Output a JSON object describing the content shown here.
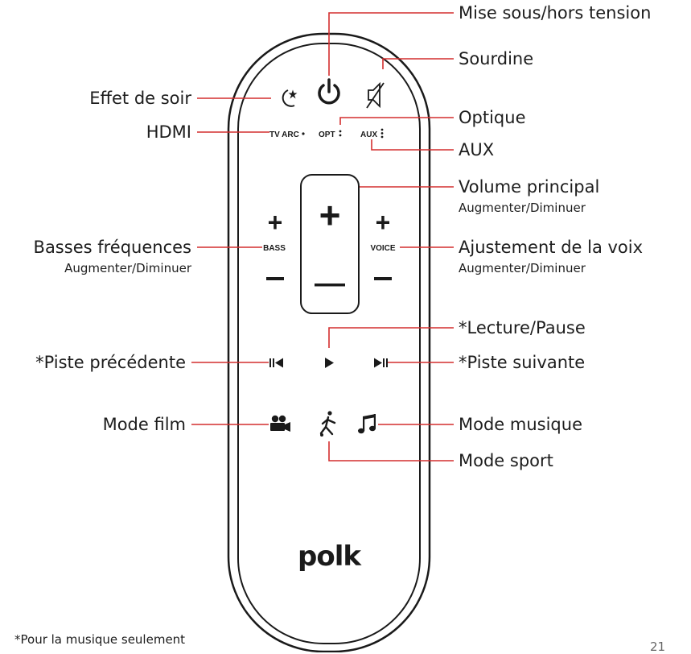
{
  "remote": {
    "tv_arc": "TV ARC",
    "opt": "OPT",
    "aux": "AUX",
    "bass": "BASS",
    "voice": "VOICE",
    "plus": "+",
    "minus": "–",
    "logo": "polk",
    "icons": [
      "night-moon-icon",
      "power-icon",
      "mute-icon",
      "prev-track-icon",
      "play-icon",
      "next-track-icon",
      "movie-camera-icon",
      "sport-runner-icon",
      "music-note-icon"
    ]
  },
  "callouts": {
    "power": "Mise sous/hors tension",
    "mute": "Sourdine",
    "night": "Effet de soir",
    "hdmi": "HDMI",
    "optical": "Optique",
    "aux": "AUX",
    "volume": "Volume principal",
    "volume_sub": "Augmenter/Diminuer",
    "bass": "Basses fréquences",
    "bass_sub": "Augmenter/Diminuer",
    "voice": "Ajustement de la voix",
    "voice_sub": "Augmenter/Diminuer",
    "play": "*Lecture/Pause",
    "prev": "*Piste précédente",
    "next": "*Piste suivante",
    "movie": "Mode film",
    "music": "Mode musique",
    "sport": "Mode sport"
  },
  "footnote": "*Pour la musique seulement",
  "page_number": "21",
  "colors": {
    "leader": "#d32f2f",
    "ink": "#1a1a1a"
  }
}
